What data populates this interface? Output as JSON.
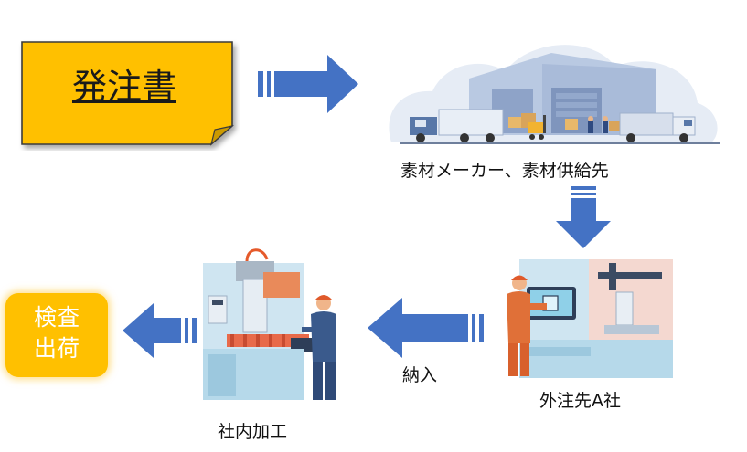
{
  "order_note": {
    "label": "発注書",
    "bg_color": "#FFC000"
  },
  "supplier": {
    "label": "素材メーカー、素材供給先",
    "icon": "warehouse-icon"
  },
  "subcontractor": {
    "label": "外注先A社",
    "icon": "cnc-operator-screen-icon"
  },
  "in_house": {
    "label": "社内加工",
    "icon": "cnc-machine-worker-icon"
  },
  "inspection": {
    "label": "検査\n出荷",
    "bg_color": "#FFC000"
  },
  "delivery_label": "納入",
  "arrow_color": "#4472C4"
}
